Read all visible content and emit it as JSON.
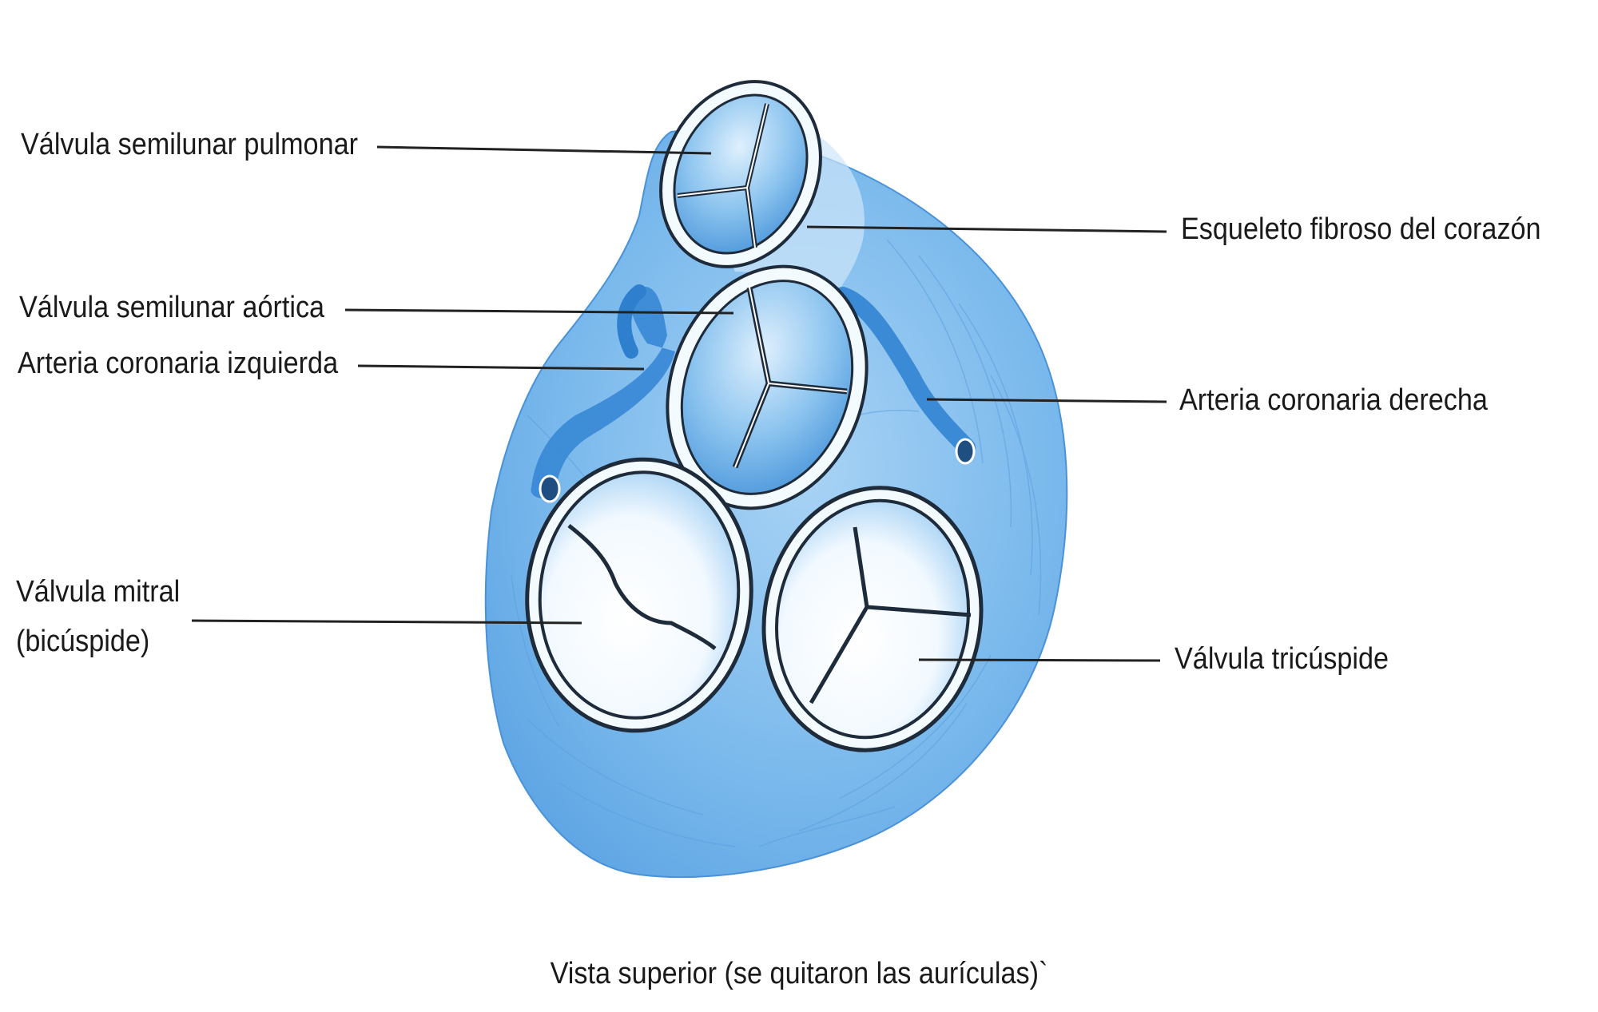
{
  "labels": {
    "pulmonary_valve": "Válvula semilunar pulmonar",
    "aortic_valve": "Válvula semilunar aórtica",
    "left_coronary": "Arteria coronaria izquierda",
    "mitral_valve_line1": "Válvula mitral",
    "mitral_valve_line2": "(bicúspide)",
    "fibrous_skeleton": "Esqueleto fibroso del corazón",
    "right_coronary": "Arteria coronaria derecha",
    "tricuspid_valve": "Válvula tricúspide"
  },
  "caption": "Vista superior (se quitaron las aurículas)`",
  "colors": {
    "tissue": "#79b8ea",
    "tissue_dark": "#3f8fd6",
    "valve_ring": "#f4fbff",
    "outline": "#1e2b3a",
    "leader_line": "#222222"
  }
}
